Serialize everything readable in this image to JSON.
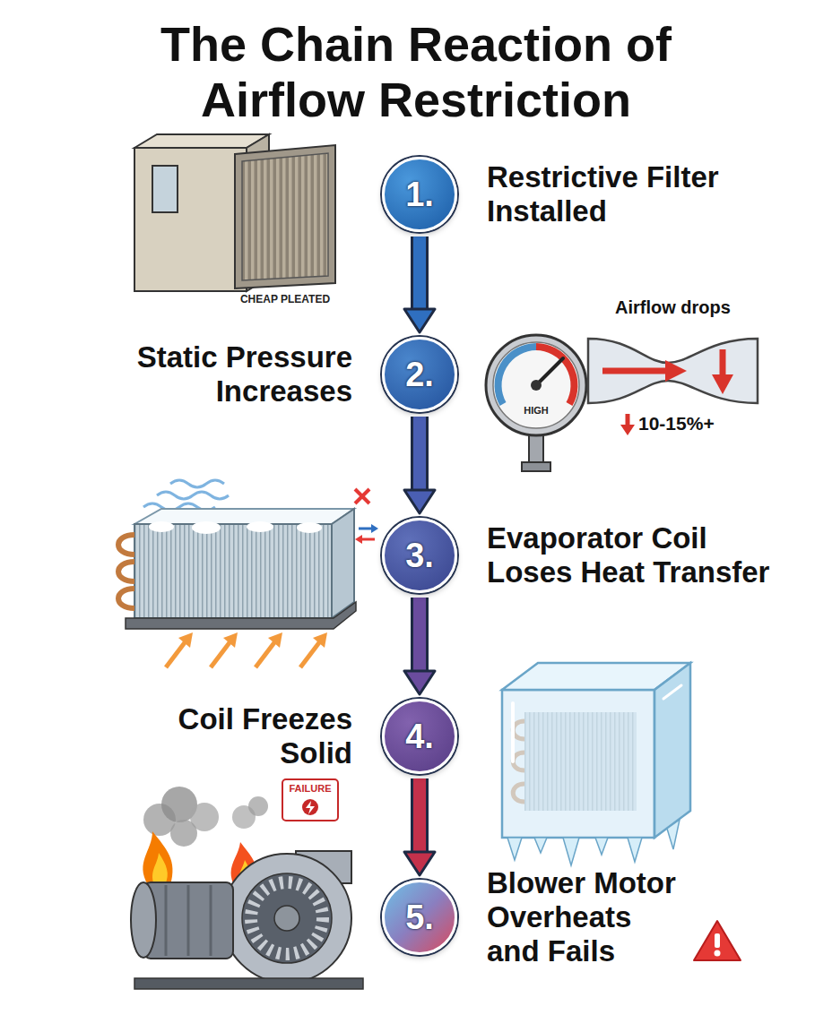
{
  "diagram": {
    "title": "The Chain Reaction of Airflow Restriction",
    "nodes": [
      {
        "text": [
          "1.",
          "Restrictive Filter Installed"
        ]
      },
      {
        "text": [
          "2.",
          "Static Pressure Increases"
        ]
      },
      {
        "text": [
          "3.",
          "Evaporator Coil Loses Heat Transfer"
        ]
      },
      {
        "text": [
          "4.",
          "Coil Freezes Solid"
        ]
      },
      {
        "text": [
          "5.",
          "Blower Motor Overheats and Fails"
        ]
      }
    ],
    "edges": [
      {
        "from": 0,
        "to": 1,
        "arrow": "to"
      },
      {
        "from": 1,
        "to": 2,
        "arrow": "to"
      },
      {
        "from": 2,
        "to": 3,
        "arrow": "to"
      },
      {
        "from": 3,
        "to": 4,
        "arrow": "to"
      }
    ],
    "labels": [
      "CHEAP PLEATED",
      "Airflow drops",
      "HIGH",
      "10-15%+",
      "FAILURE"
    ]
  }
}
